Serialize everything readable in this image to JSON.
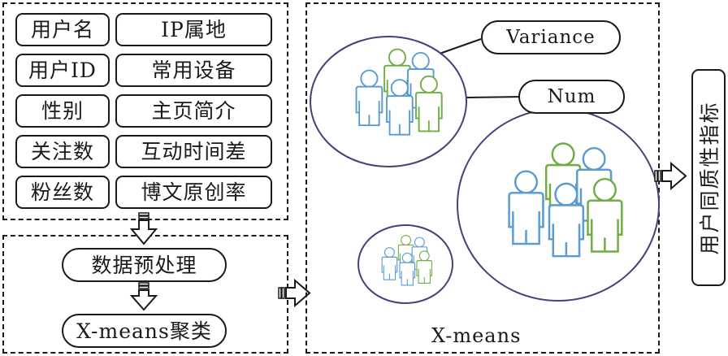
{
  "attributes": {
    "left_column": [
      "用户名",
      "用户ID",
      "性别",
      "关注数",
      "粉丝数"
    ],
    "right_column": [
      "IP属地",
      "常用设备",
      "主页简介",
      "互动时间差",
      "博文原创率"
    ]
  },
  "pipeline": {
    "step1": "数据预处理",
    "step2": "X-means聚类"
  },
  "clustering": {
    "title": "X-means",
    "feature_labels": [
      "Variance",
      "Num"
    ],
    "cluster_count": 3
  },
  "output": {
    "label": "用户同质性指标"
  },
  "colors": {
    "stroke": "#1a1a1a",
    "ellipse": "#4a3f7a",
    "person_blue": "#5b9bd5",
    "person_green": "#70ad47"
  }
}
